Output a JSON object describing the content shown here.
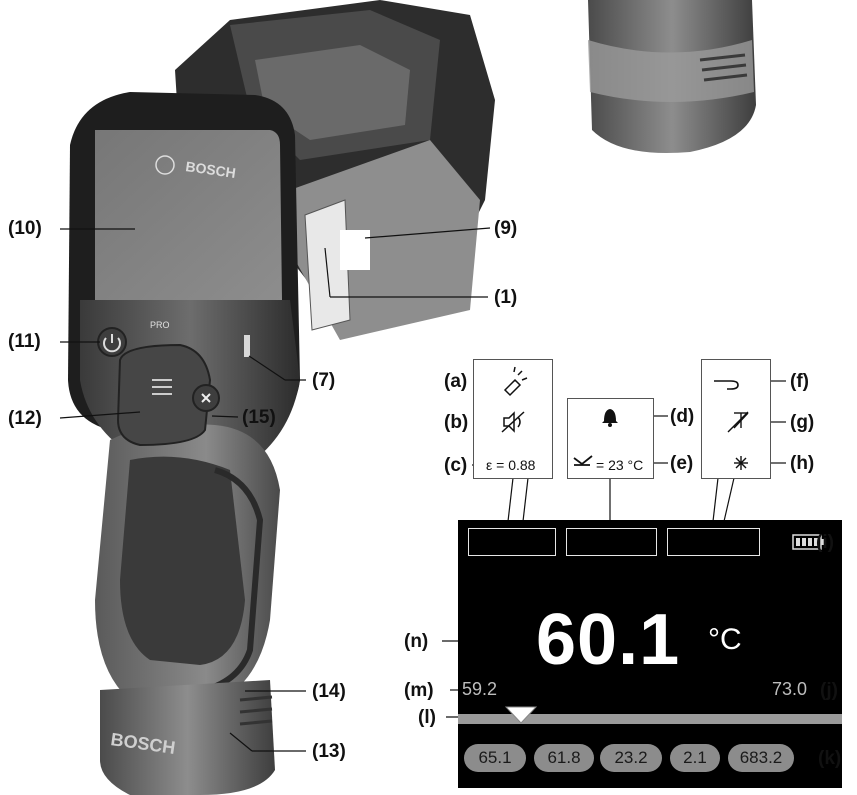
{
  "device": {
    "pro_label": "PRO",
    "brand": "BOSCH"
  },
  "callouts": {
    "c10": "(10)",
    "c9": "(9)",
    "c1": "(1)",
    "c11": "(11)",
    "c7": "(7)",
    "c12": "(12)",
    "c15": "(15)",
    "c14": "(14)",
    "c13": "(13)",
    "a": "(a)",
    "b": "(b)",
    "c": "(c)",
    "d": "(d)",
    "e": "(e)",
    "f": "(f)",
    "g": "(g)",
    "h": "(h)",
    "i": "(i)",
    "n": "(n)",
    "m": "(m)",
    "j": "(j)",
    "l": "(l)",
    "k": "(k)"
  },
  "popups": {
    "emissivity": "ε = 0.88",
    "alarm_threshold": "= 23 °C"
  },
  "display": {
    "main_temp": "60.1",
    "unit": "°C",
    "scale_min": "59.2",
    "scale_max": "73.0",
    "pointer_fraction": 0.165,
    "values": [
      "65.1",
      "61.8",
      "23.2",
      "2.1",
      "683.2"
    ]
  }
}
